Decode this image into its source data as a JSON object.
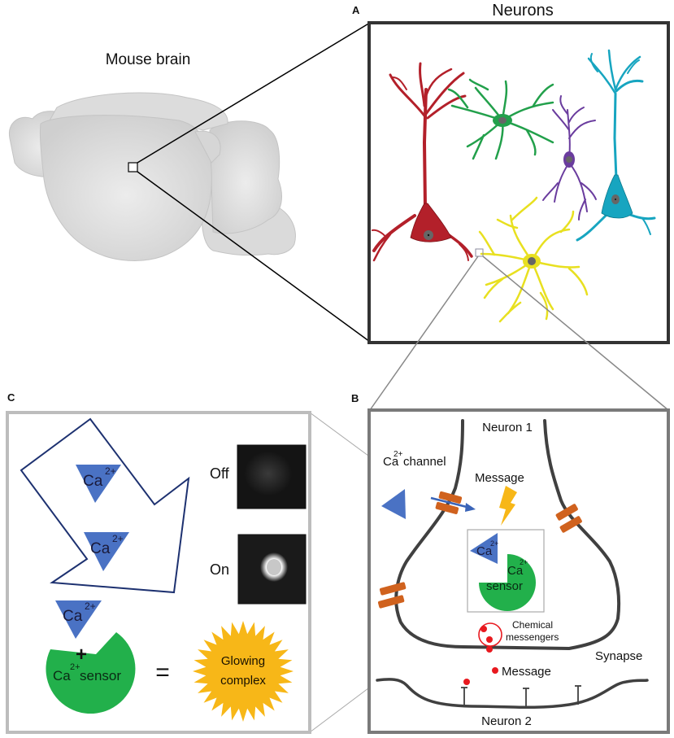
{
  "figure": {
    "title_brain": "Mouse brain",
    "title_neurons": "Neurons"
  },
  "panels": {
    "A": {
      "letter": "A",
      "neuron_colors": {
        "pyramidal_red": "#b3202a",
        "stellate_green": "#22a04b",
        "bipolar_purple": "#6a3c9e",
        "pyramidal_cyan": "#17a5c0",
        "multipolar_yellow": "#e8e020"
      }
    },
    "B": {
      "letter": "B",
      "neuron1_label": "Neuron 1",
      "channel_label_base": "Ca",
      "channel_label_sup": "2+",
      "channel_label_rest": "channel",
      "message_label": "Message",
      "ca_base": "Ca",
      "ca_sup": "2+",
      "sensor_label": "sensor",
      "chemical_label_1": "Chemical",
      "chemical_label_2": "messengers",
      "synapse_label": "Synapse",
      "message_label_2": "Message",
      "neuron2_label": "Neuron 2"
    },
    "C": {
      "letter": "C",
      "ca_base": "Ca",
      "ca_sup": "2+",
      "off_label": "Off",
      "on_label": "On",
      "plus": "+",
      "equals": "=",
      "sensor_base": "Ca",
      "sensor_sup": "2+",
      "sensor_rest": "sensor",
      "glow_line1": "Glowing",
      "glow_line2": "complex"
    }
  },
  "colors": {
    "ca_ion": "#4a72c4",
    "sensor": "#22b04b",
    "glow": "#f7b718",
    "channel": "#d0621e",
    "messenger": "#e8191f",
    "arrow_outline": "#1d3170",
    "membrane": "#404040",
    "brain": "#d8d8d8"
  }
}
